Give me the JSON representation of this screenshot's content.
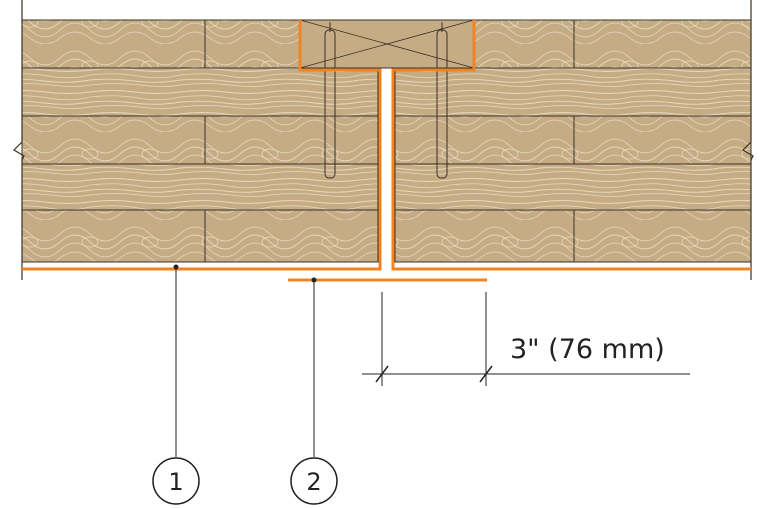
{
  "dimension": {
    "label": "3\" (76 mm)"
  },
  "callouts": [
    {
      "number": "1",
      "description": ""
    },
    {
      "number": "2",
      "description": ""
    }
  ],
  "colors": {
    "membrane": "#F08422",
    "wood_fill": "#C9B08A",
    "wood_grain": "#E8DCC5",
    "wood_edge": "#3a3026",
    "line": "#222222"
  }
}
